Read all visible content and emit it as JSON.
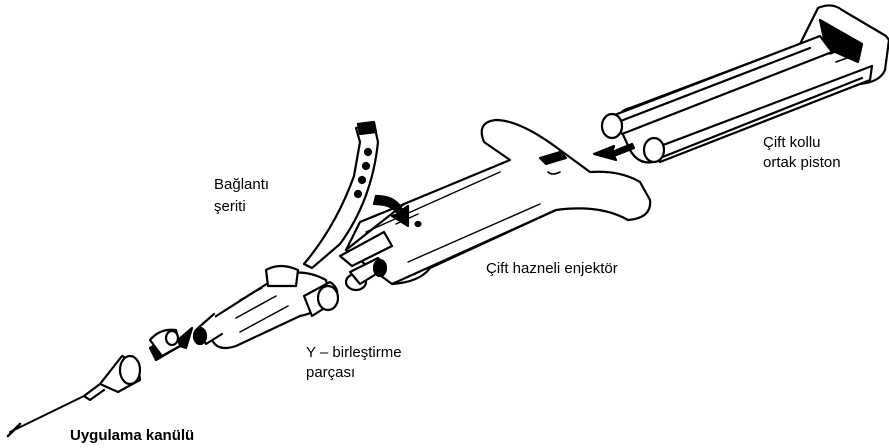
{
  "labels": {
    "plunger": [
      "Çift kollu",
      "ortak piston"
    ],
    "strip": [
      "Bağlantı",
      "şeriti"
    ],
    "syringe": "Çift hazneli enjektör",
    "y_piece": [
      "Y – birleştirme",
      "parçası"
    ],
    "cannula": "Uygulama kanülü"
  },
  "colors": {
    "ink": "#000000",
    "paper": "#ffffff"
  }
}
